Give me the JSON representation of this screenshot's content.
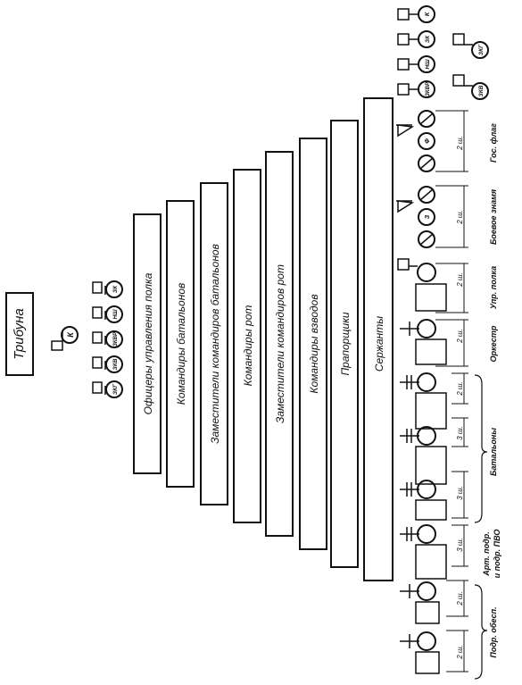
{
  "tribune": "Трибуна",
  "commander": "К",
  "officers": [
    "ЗКГ",
    "ЗКВ",
    "ЗКВР",
    "НШ",
    "ЗК"
  ],
  "ranks": [
    "Офицеры управления полка",
    "Командиры батальонов",
    "Заместители командиров батальонов",
    "Командиры рот",
    "Заместители командиров рот",
    "Командиры взводов",
    "Прапорщики",
    "Сержанты"
  ],
  "top_right": {
    "top_row": [
      "ЗКВР",
      "НШ",
      "ЗК",
      "К"
    ],
    "bottom_row": [
      "ЗКВ",
      "ЗКГ"
    ]
  },
  "flags": {
    "state": "Гос. флаг",
    "battle": "Боевое знамя",
    "state_letter": "Ф",
    "battle_letter": "З"
  },
  "units": {
    "control": "Упр. полка",
    "orchestra": "Оркестр",
    "battalions": "Батальоны",
    "artillery_line1": "Арт. подр.",
    "artillery_line2": "и подр. ПВО",
    "support": "Подр. обесп."
  },
  "distances": {
    "two": "2 ш.",
    "three": "3 ш."
  }
}
